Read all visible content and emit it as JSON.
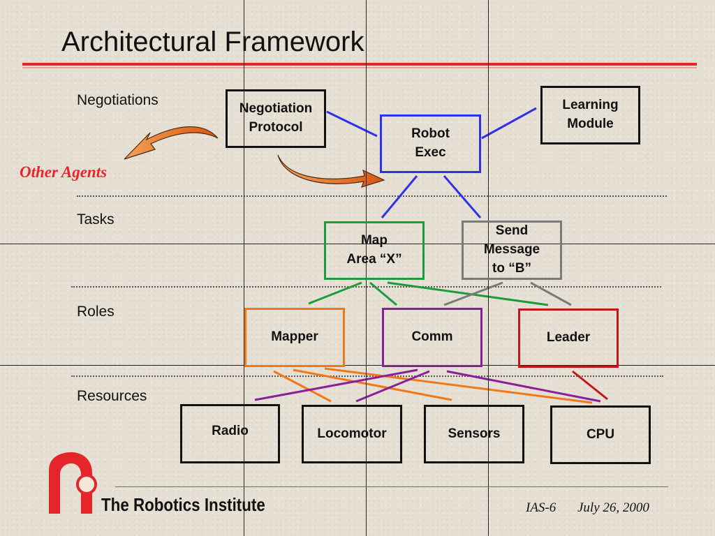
{
  "slide": {
    "title": "Architectural Framework",
    "sections": {
      "negotiations": "Negotiations",
      "tasks": "Tasks",
      "roles": "Roles",
      "resources": "Resources"
    },
    "other_agents": "Other Agents"
  },
  "nodes": {
    "negotiation_protocol": "Negotiation\nProtocol",
    "robot_exec": "Robot\nExec",
    "learning_module": "Learning\nModule",
    "map_area": "Map\nArea “X”",
    "send_message": "Send\nMessage\nto “B”",
    "mapper": "Mapper",
    "comm": "Comm",
    "leader": "Leader",
    "radio": "Radio",
    "locomotor": "Locomotor",
    "sensors": "Sensors",
    "cpu": "CPU"
  },
  "colors": {
    "exec_blue": "#3030e8",
    "task_green": "#1e9a3c",
    "task_gray": "#7a7a7a",
    "role_orange": "#f07818",
    "role_purple": "#8a1f9a",
    "role_red": "#c01818",
    "accent_red": "#e4262a"
  },
  "footer": {
    "org": "The Robotics Institute",
    "event": "IAS-6",
    "date": "July 26, 2000"
  }
}
